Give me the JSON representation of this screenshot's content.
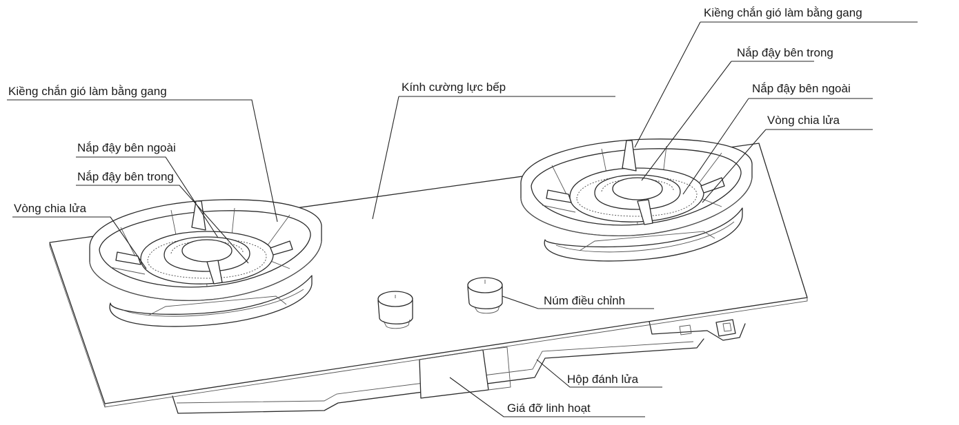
{
  "labels": {
    "left_grate": "Kiềng chắn gió làm bằng gang",
    "left_outer_cap": "Nắp đậy bên ngoài",
    "left_inner_cap": "Nắp đậy bên trong",
    "left_burner_ring": "Vòng chia lửa",
    "glass_top": "Kính cường lực bếp",
    "right_grate": "Kiềng chắn gió làm bằng gang",
    "right_inner_cap": "Nắp đậy bên trong",
    "right_outer_cap": "Nắp đậy bên ngoài",
    "right_burner_ring": "Vòng chia lửa",
    "knob": "Núm điều chỉnh",
    "ignition_box": "Hộp đánh lửa",
    "support_bracket": "Giá đỡ linh hoạt"
  }
}
